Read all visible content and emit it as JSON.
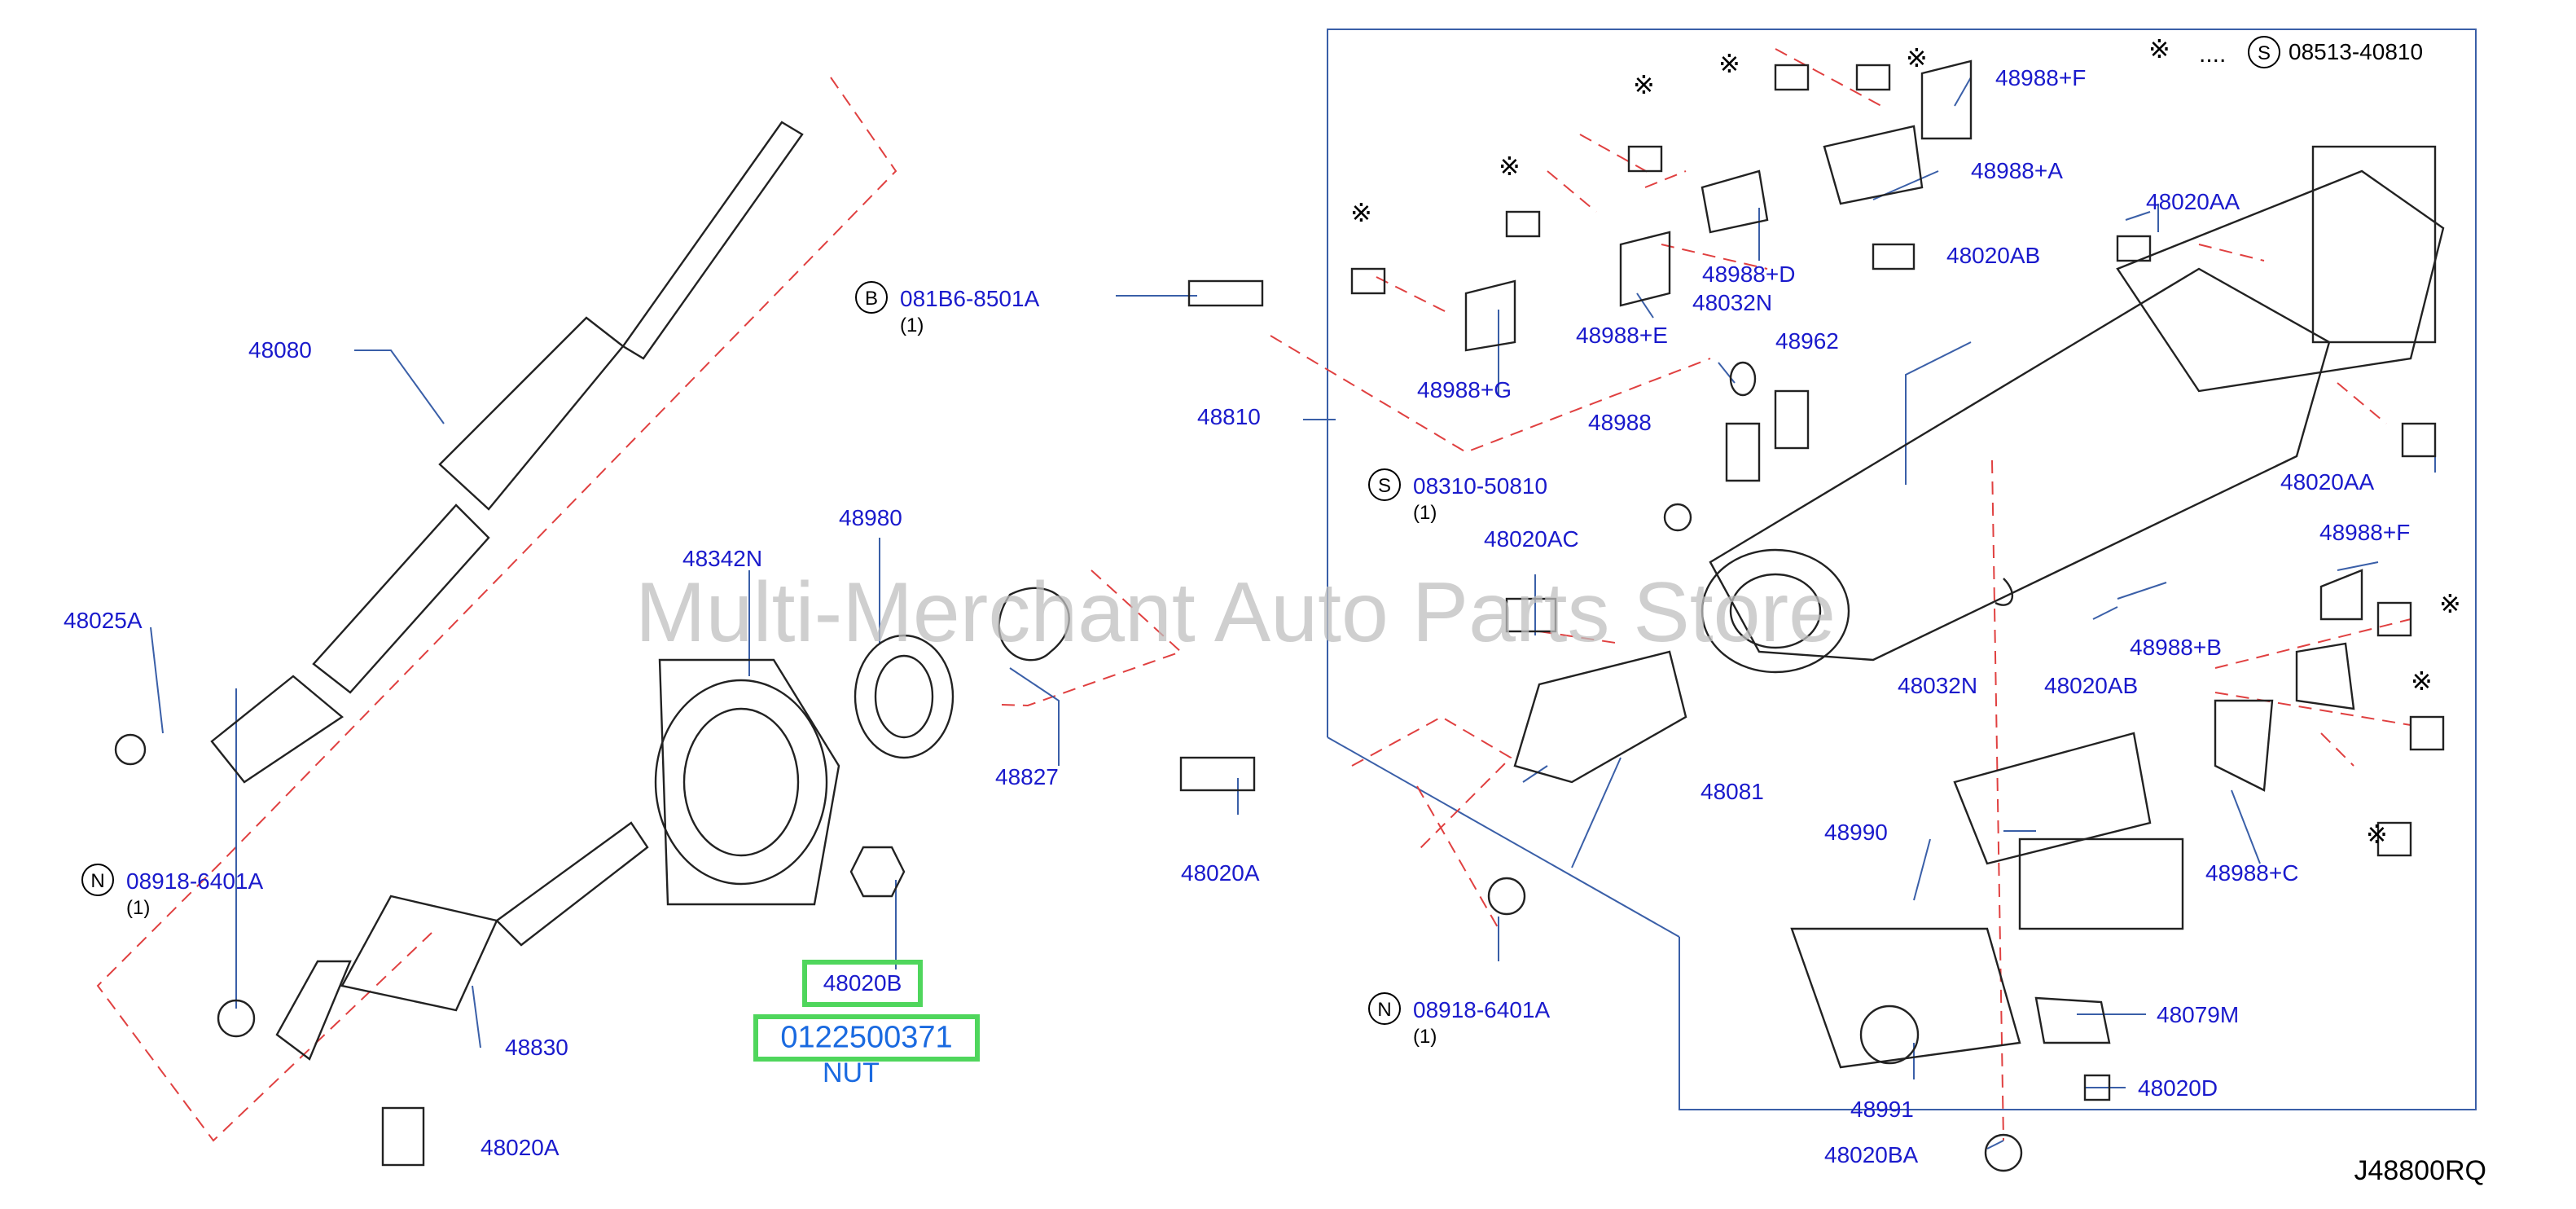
{
  "watermark": "Multi-Merchant Auto Parts Store",
  "diagram_code": "J48800RQ",
  "highlight": {
    "part": "48020B",
    "code": "0122500371",
    "name": "NUT"
  },
  "legend": {
    "asterisk": "※",
    "dots": "....",
    "circle": "S",
    "code": "08513-40810"
  },
  "bolt_codes": {
    "b": {
      "circle": "B",
      "code": "081B6-8501A",
      "qty": "(1)"
    },
    "s": {
      "circle": "S",
      "code": "08310-50810",
      "qty": "(1)"
    },
    "n1": {
      "circle": "N",
      "code": "08918-6401A",
      "qty": "(1)"
    },
    "n2": {
      "circle": "N",
      "code": "08918-6401A",
      "qty": "(1)"
    }
  },
  "parts": [
    "48080",
    "48025A",
    "48342N",
    "48980",
    "48827",
    "48830",
    "48020A",
    "48020A",
    "48810",
    "48020AC",
    "48081",
    "48032N",
    "48962",
    "48988",
    "48988+G",
    "48988+E",
    "48988+D",
    "48032N",
    "48988+A",
    "48988+F",
    "48020AA",
    "48020AB",
    "48020AA",
    "48988+F",
    "48988+B",
    "48020AB",
    "48988+C",
    "48990",
    "48079M",
    "48991",
    "48020D",
    "48020BA"
  ]
}
